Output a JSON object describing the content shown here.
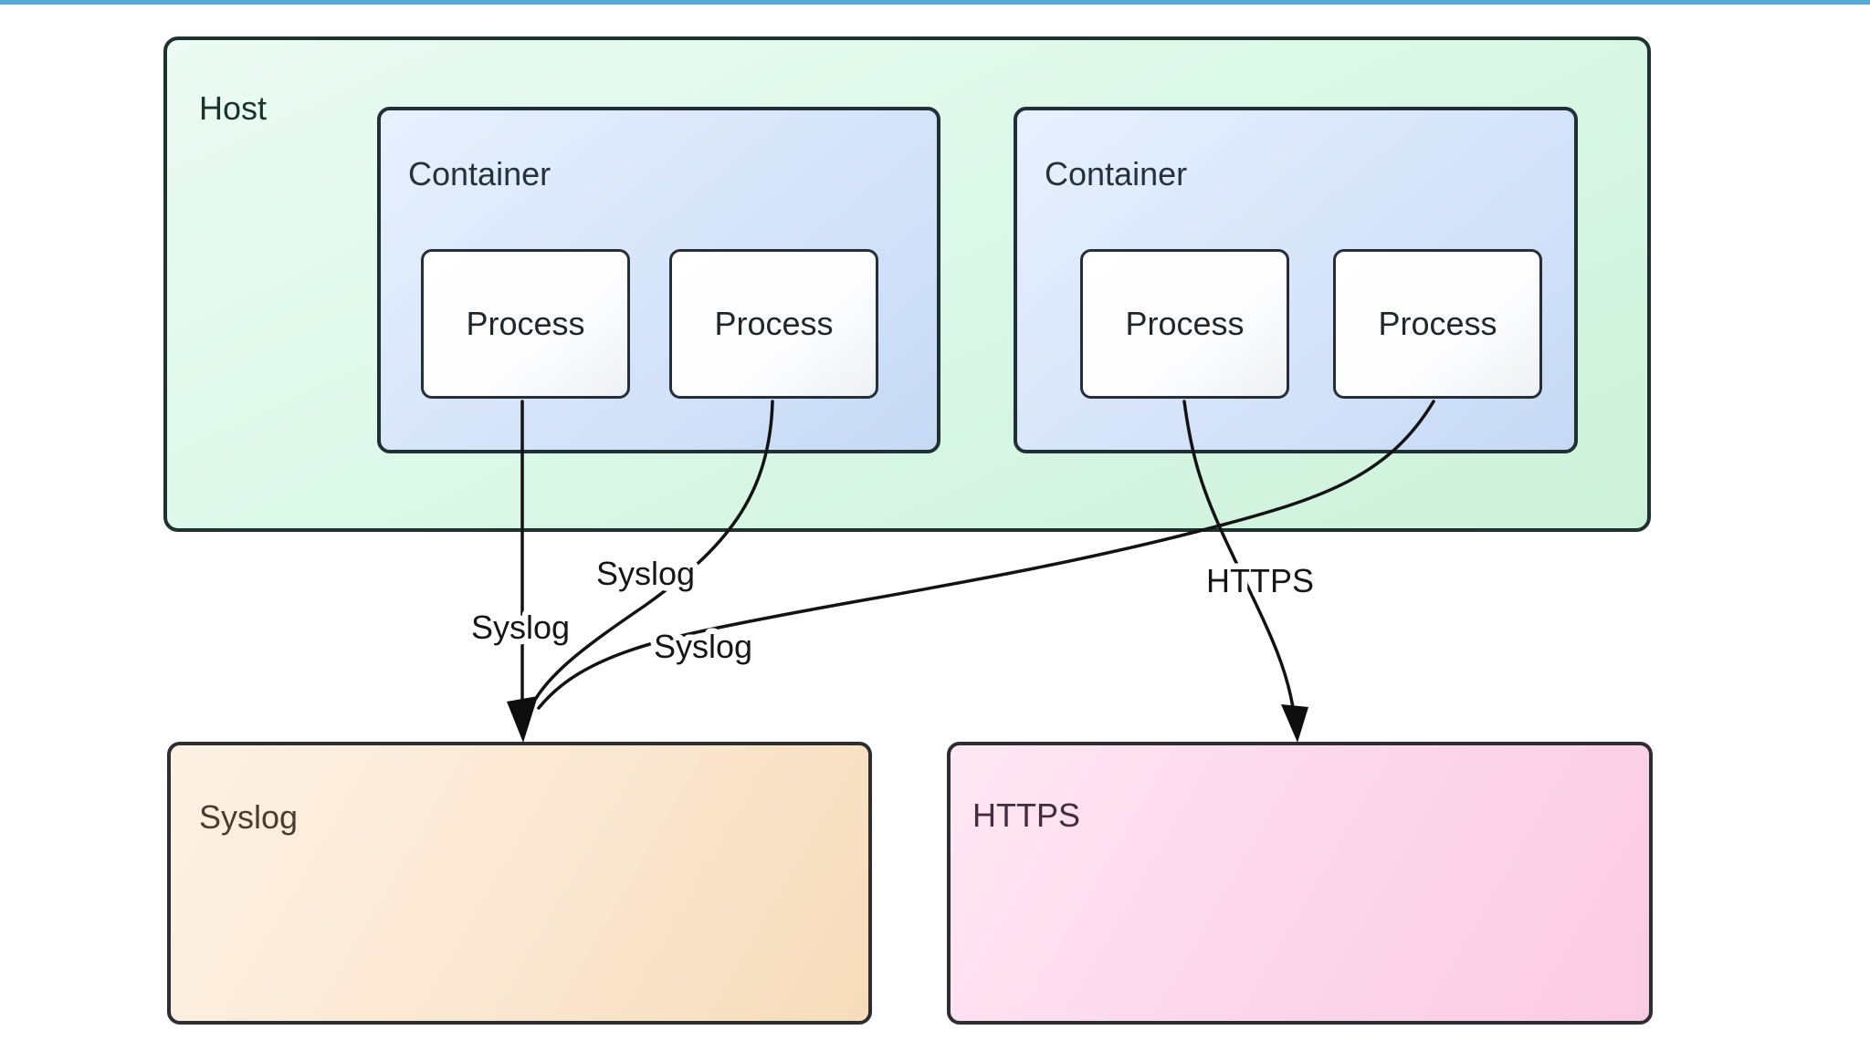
{
  "page": {
    "background": "#ffffff",
    "top_bar_color": "#55a9db"
  },
  "host": {
    "label": "Host",
    "fill_start": "#ecfbf3",
    "fill_end": "#cdf2da",
    "border_color": "#1e3230",
    "containers": [
      {
        "label": "Container",
        "processes": [
          {
            "label": "Process"
          },
          {
            "label": "Process"
          }
        ]
      },
      {
        "label": "Container",
        "processes": [
          {
            "label": "Process"
          },
          {
            "label": "Process"
          }
        ]
      }
    ]
  },
  "containers_style": {
    "fill_start": "#e7f0fd",
    "fill_end": "#c6daf5",
    "process_fill": "#ffffff"
  },
  "sinks": {
    "syslog": {
      "label": "Syslog",
      "fill_start": "#fdf1e4",
      "fill_end": "#f6dcba"
    },
    "https": {
      "label": "HTTPS",
      "fill_start": "#fee7f3",
      "fill_end": "#fbcbe3"
    }
  },
  "edges": [
    {
      "from": "container-1 process-1",
      "to": "syslog-box",
      "label": "Syslog"
    },
    {
      "from": "container-1 process-2",
      "to": "syslog-box",
      "label": "Syslog"
    },
    {
      "from": "container-2 process-2",
      "to": "syslog-box",
      "label": "Syslog"
    },
    {
      "from": "container-2 process-1",
      "to": "https-box",
      "label": "HTTPS"
    }
  ],
  "line_color": "#131313"
}
